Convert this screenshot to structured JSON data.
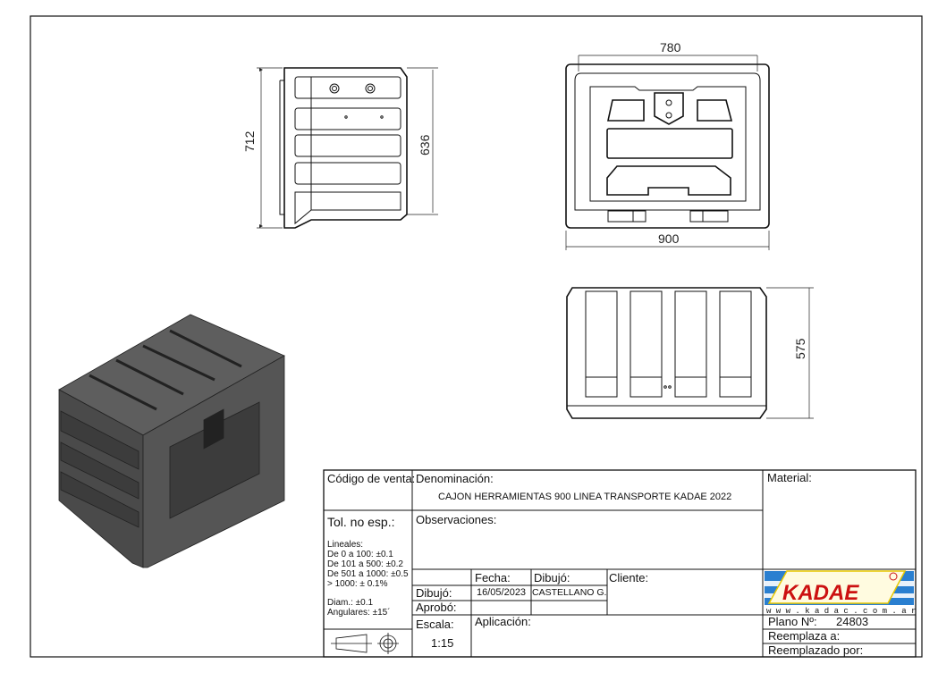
{
  "dimensions": {
    "side_height_total": "712",
    "side_height_body": "636",
    "front_width_inner": "780",
    "front_width_total": "900",
    "top_depth": "575"
  },
  "title_block": {
    "codigo_label": "Código de venta:",
    "denominacion_label": "Denominación:",
    "denominacion_value": "CAJON HERRAMIENTAS 900 LINEA TRANSPORTE KADAE 2022",
    "material_label": "Material:",
    "tolerance_title": "Tol. no esp.:",
    "tolerances": [
      "Lineales:",
      "De 0 a 100: ±0.1",
      "De 101 a 500: ±0.2",
      "De 501 a 1000: ±0.5",
      "> 1000: ± 0.1%",
      "",
      "Diam.: ±0.1",
      "Angulares: ±15´"
    ],
    "observaciones_label": "Observaciones:",
    "fecha_label": "Fecha:",
    "dibujo_col_label": "Dibujó:",
    "cliente_label": "Cliente:",
    "dibujo_row_label": "Dibujó:",
    "dibujo_fecha": "16/05/2023",
    "dibujo_nombre": "CASTELLANO G.",
    "aprobo_label": "Aprobó:",
    "escala_label": "Escala:",
    "escala_value": "1:15",
    "aplicacion_label": "Aplicación:",
    "logo_text": "KADAE",
    "logo_url_text": "w w w . k a d a c . c o m . a r",
    "plano_label": "Plano Nº:",
    "plano_value": "24803",
    "reemplaza_label": "Reemplaza a:",
    "reemplazado_label": "Reemplazado por:"
  }
}
